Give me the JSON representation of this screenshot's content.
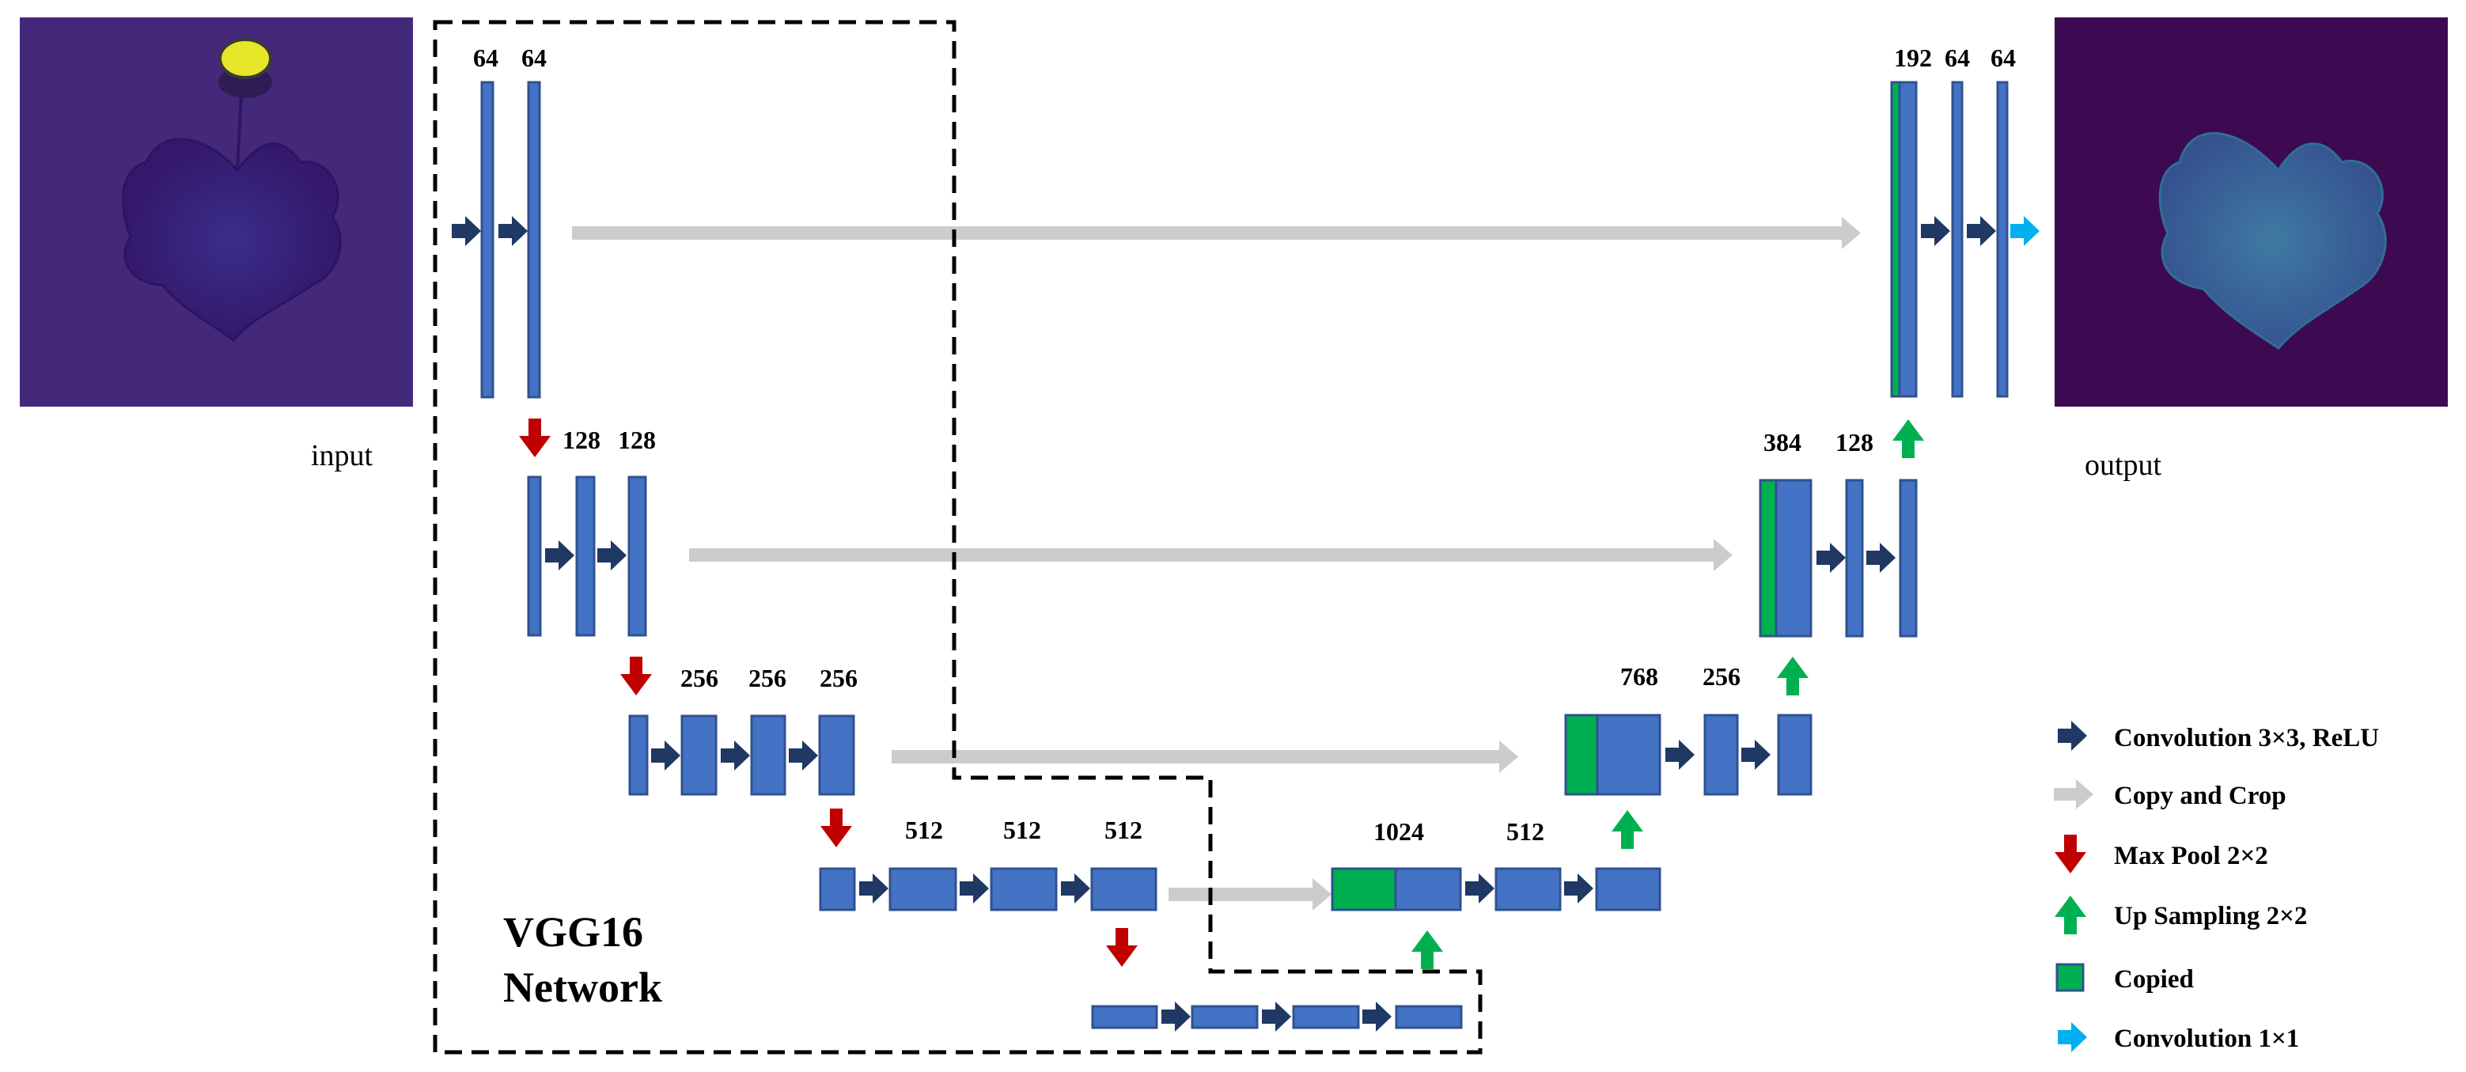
{
  "captions": {
    "input": "input",
    "output": "output",
    "vgg_line1": "VGG16",
    "vgg_line2": "Network"
  },
  "labels": {
    "l1_a": "64",
    "l1_b": "64",
    "l2_a": "128",
    "l2_b": "128",
    "l3_a": "256",
    "l3_b": "256",
    "l3_c": "256",
    "l4_a": "512",
    "l4_b": "512",
    "l4_c": "512",
    "b_1024": "1024",
    "b_512": "512",
    "d3_768": "768",
    "d3_256": "256",
    "d2_384": "384",
    "d2_128": "128",
    "d1_192": "192",
    "d1_64a": "64",
    "d1_64b": "64"
  },
  "legend": [
    {
      "label": "Convolution 3×3, ReLU",
      "icon": "dark-blue-right-arrow"
    },
    {
      "label": "Copy and Crop",
      "icon": "gray-right-arrow"
    },
    {
      "label": "Max Pool 2×2",
      "icon": "red-down-arrow"
    },
    {
      "label": "Up Sampling 2×2",
      "icon": "green-up-arrow"
    },
    {
      "label": "Copied",
      "icon": "green-box"
    },
    {
      "label": "Convolution 1×1",
      "icon": "cyan-right-arrow"
    }
  ],
  "colors": {
    "block": "#4472c4",
    "block_stroke": "#2f528f",
    "conv_arrow": "#1f3864",
    "copy_arrow": "#cccccc",
    "pool_arrow": "#c00000",
    "up_arrow": "#00b050",
    "copied": "#00b050",
    "conv1x1_arrow": "#00b0f0",
    "input_bg": "#44287a",
    "output_bg": "#3d0a52"
  }
}
